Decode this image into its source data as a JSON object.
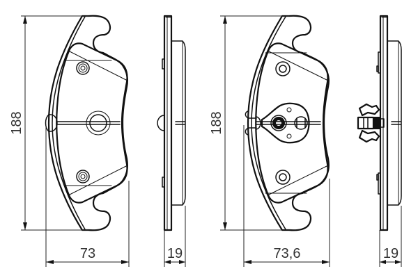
{
  "drawing": {
    "subject": "brake pad set technical drawing",
    "line_color": "#111111",
    "text_color": "#333333",
    "background": "#ffffff"
  },
  "views": [
    {
      "id": "pad-1-front",
      "description": "outer brake pad, front view, with center hole",
      "dimensions": {
        "height": "188",
        "width": "73"
      }
    },
    {
      "id": "pad-1-side",
      "description": "outer brake pad, side view",
      "dimensions": {
        "thickness": "19"
      }
    },
    {
      "id": "pad-2-front",
      "description": "inner brake pad, front view, with spring clip",
      "dimensions": {
        "height": "188",
        "width": "73,6"
      }
    },
    {
      "id": "pad-2-side",
      "description": "inner brake pad, side view, with spring clip",
      "dimensions": {
        "thickness": "19"
      }
    }
  ],
  "labels": {
    "pad1_height": "188",
    "pad1_width": "73",
    "pad1_thickness": "19",
    "pad2_height": "188",
    "pad2_width": "73,6",
    "pad2_thickness": "19"
  }
}
